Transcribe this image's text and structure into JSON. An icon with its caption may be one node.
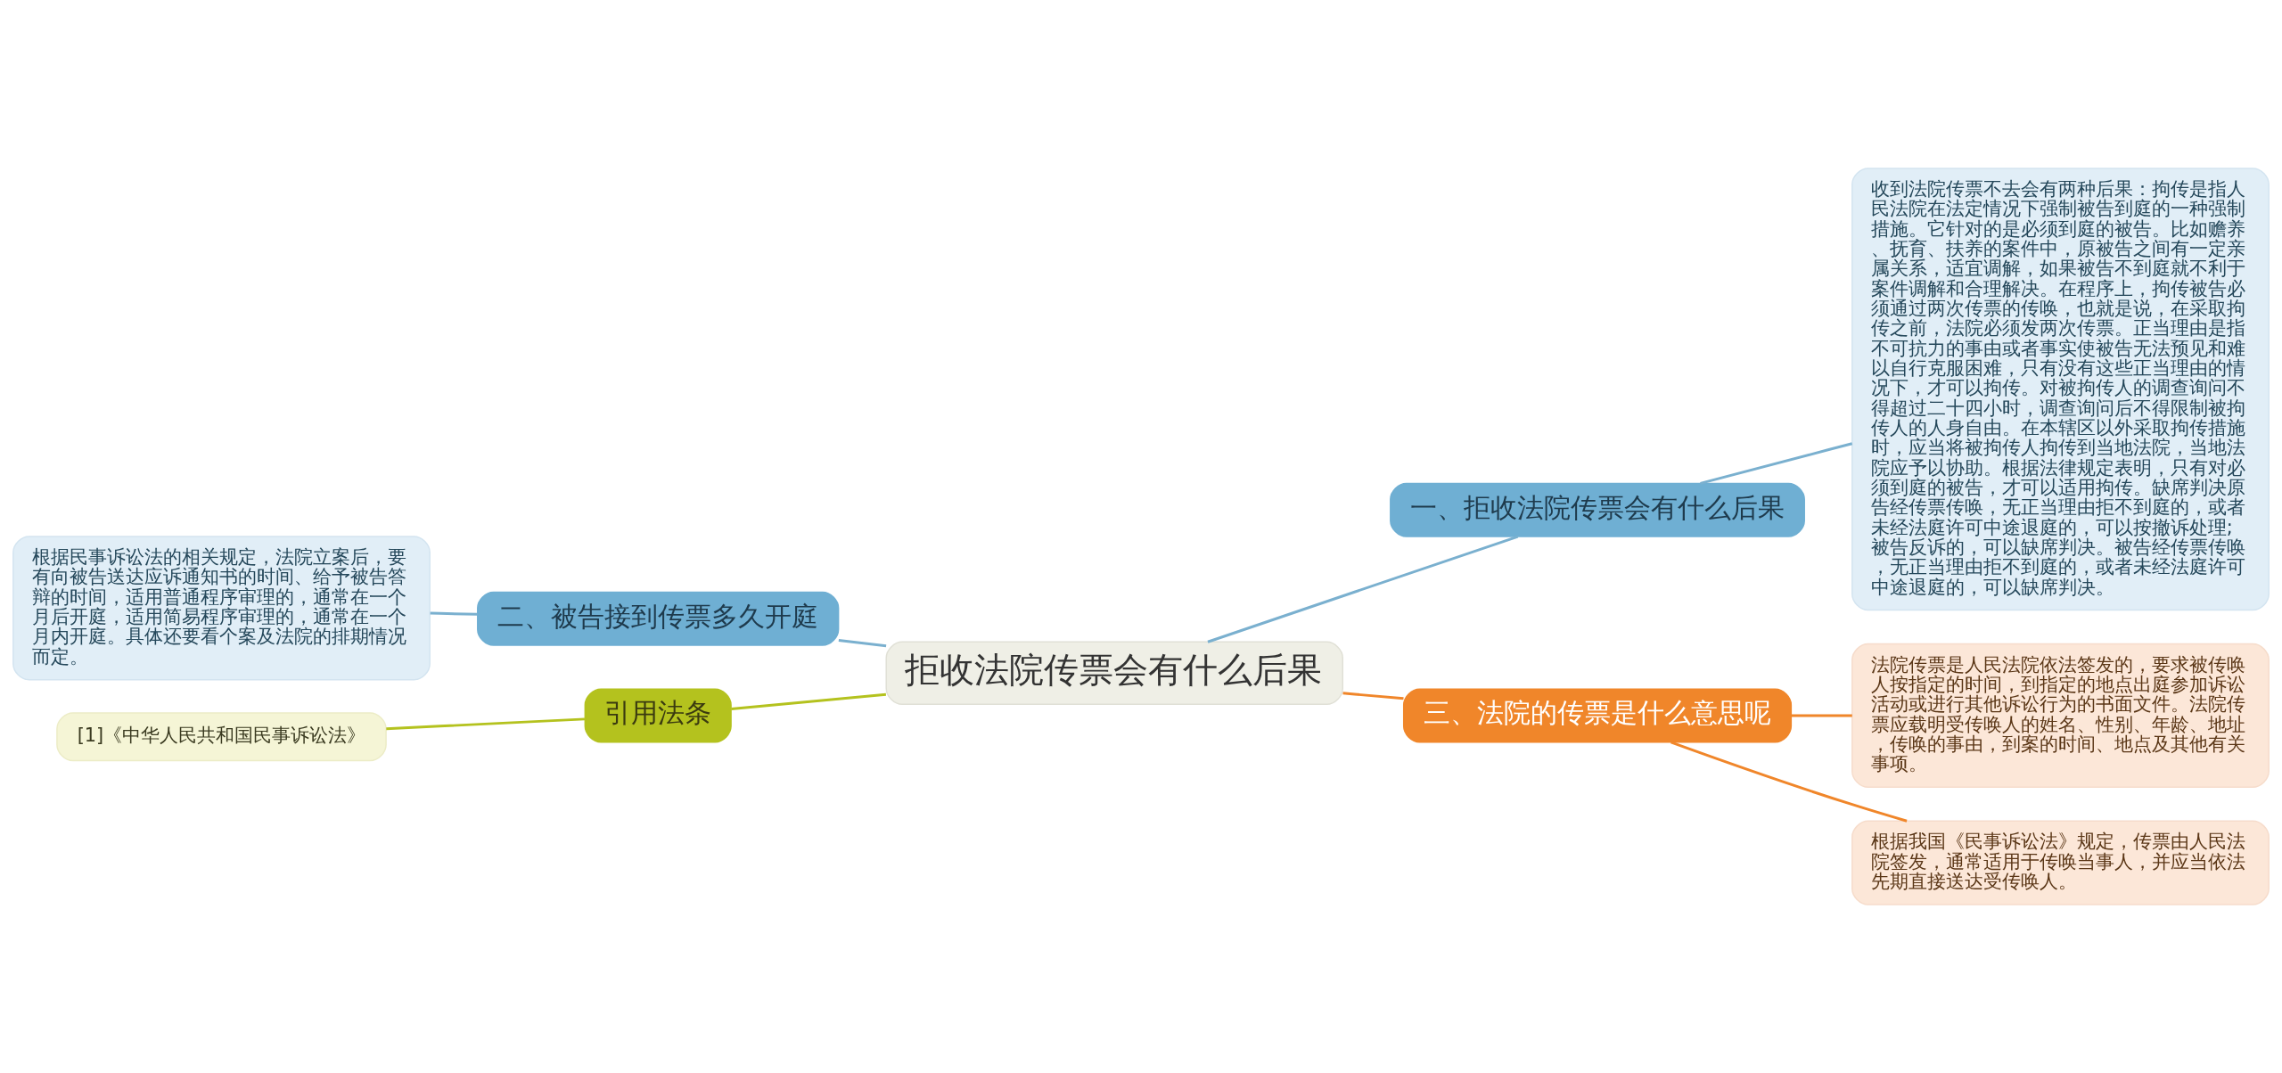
{
  "diagram": {
    "nodes": [
      {
        "text": [
          "拒收法院传票会有什么后果"
        ]
      },
      {
        "text": [
          "一、拒收法院传票会有什么后果"
        ]
      },
      {
        "text": [
          "收到法院传票不去会有两种后果：拘传是指人民法院在法定情况下强制被告到庭的一种强制措施。它针对的是必须到庭的被告。比如赡养、抚育、扶养的案件中，原被告之间有一定亲属关系，适宜调解，如果被告不到庭就不利于案件调解和合理解决。在程序上，拘传被告必须通过两次传票的传唤，也就是说，在采取拘传之前，法院必须发两次传票。正当理由是指不可抗力的事由或者事实使被告无法预见和难以自行克服困难，只有没有这些正当理由的情况下，才可以拘传。对被拘传人的调查询问不得超过二十四小时，调查询问后不得限制被拘传人的人身自由。在本辖区以外采取拘传措施时，应当将被拘传人拘传到当地法院，当地法院应予以协助。根据法律规定表明，只有对必须到庭的被告，才可以适用拘传。缺席判决原告经传票传唤，无正当理由拒不到庭的，或者未经法庭许可中途退庭的，可以按撤诉处理;被告反诉的，可以缺席判决。被告经传票传唤，无正当理由拒不到庭的，或者未经法庭许可中途退庭的，可以缺席判决。"
        ]
      },
      {
        "text": [
          "二、被告接到传票多久开庭"
        ]
      },
      {
        "text": [
          "根据民事诉讼法的相关规定，法院立案后，要有向被告送达应诉通知书的时间、给予被告答辩的时间，适用普通程序审理的，通常在一个月后开庭，适用简易程序审理的，通常在一个月内开庭。具体还要看个案及法院的排期情况而定。"
        ]
      },
      {
        "text": [
          "引用法条"
        ]
      },
      {
        "text": [
          "[1]《中华人民共和国民事诉讼法》"
        ]
      },
      {
        "text": [
          "三、法院的传票是什么意思呢"
        ]
      },
      {
        "text": [
          "法院传票是人民法院依法签发的，要求被传唤人按指定的时间，到指定的地点出庭参加诉讼活动或进行其他诉讼行为的书面文件。法院传票应载明受传唤人的姓名、性别、年龄、地址，传唤的事由，到案的时间、地点及其他有关事项。"
        ]
      },
      {
        "text": [
          "根据我国《民事诉讼法》规定，传票由人民法院签发，通常适用于传唤当事人，并应当依法先期直接送达受传唤人。"
        ]
      }
    ],
    "edges": [
      {
        "from": 0,
        "to": 1,
        "arrow": "none"
      },
      {
        "from": 1,
        "to": 2,
        "arrow": "none"
      },
      {
        "from": 0,
        "to": 3,
        "arrow": "none"
      },
      {
        "from": 3,
        "to": 4,
        "arrow": "none"
      },
      {
        "from": 0,
        "to": 5,
        "arrow": "none",
        "color": "#b4c21e"
      },
      {
        "from": 5,
        "to": 6,
        "arrow": "none",
        "color": "#b4c21e"
      },
      {
        "from": 0,
        "to": 7,
        "arrow": "none",
        "color": "#f0862a"
      },
      {
        "from": 7,
        "to": 8,
        "arrow": "none",
        "color": "#f0862a"
      },
      {
        "from": 7,
        "to": 9,
        "arrow": "none",
        "color": "#f0862a"
      }
    ]
  }
}
